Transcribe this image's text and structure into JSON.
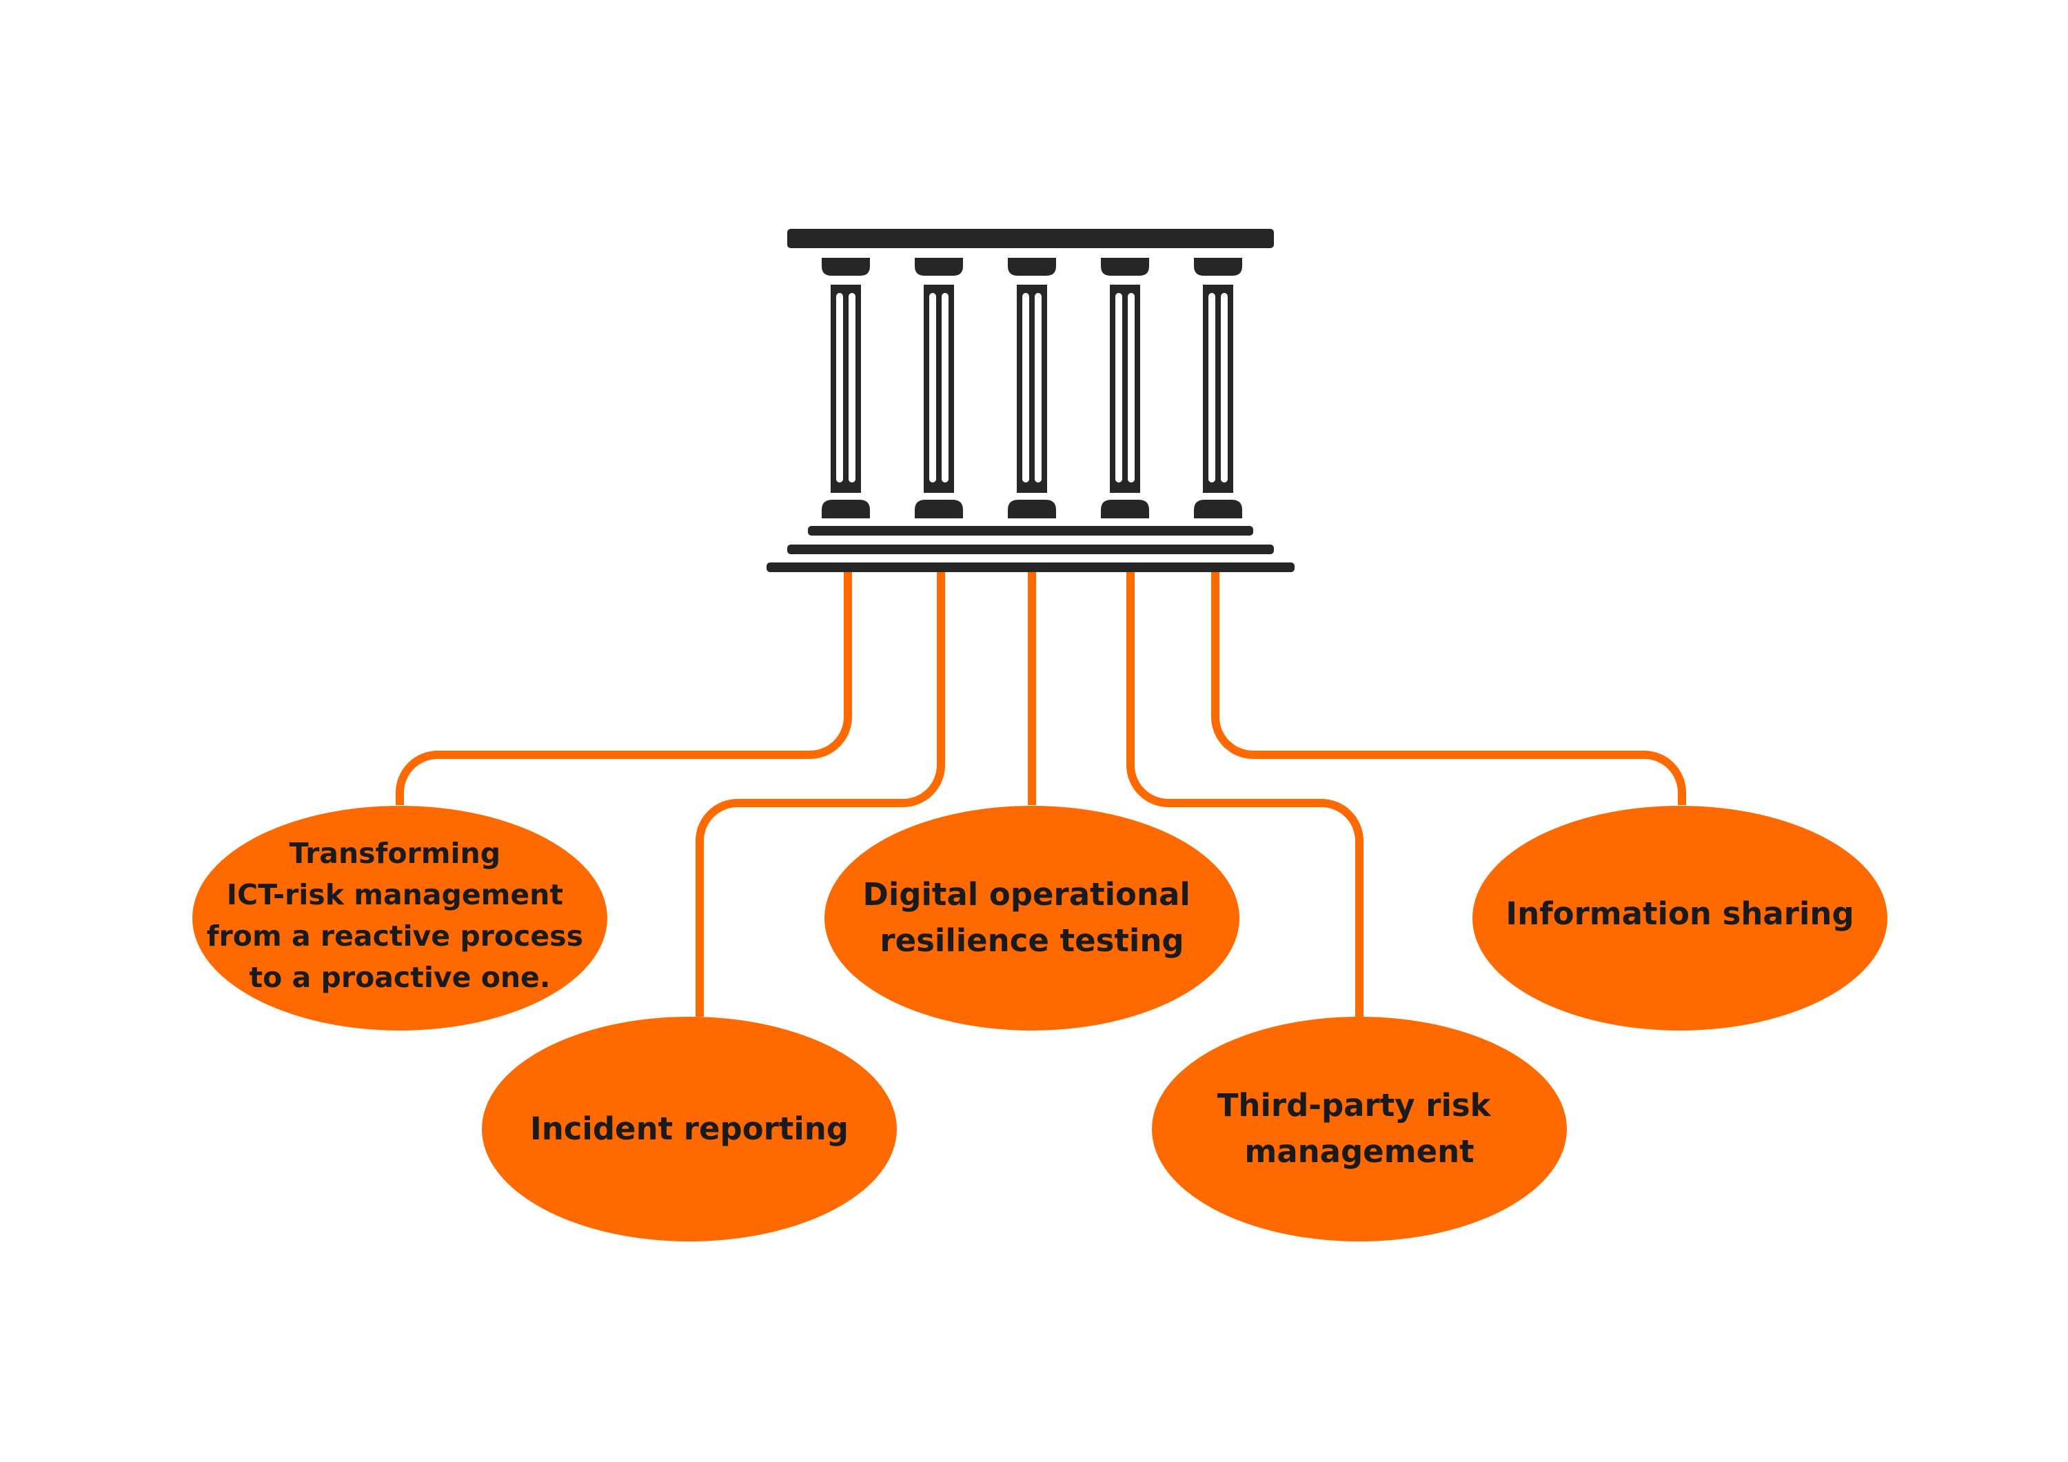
{
  "colors": {
    "accent": "#FF6A00",
    "building": "#262626",
    "background": "#FFFFFF",
    "text": "#1A1A1A"
  },
  "building": {
    "icon": "classical-building-icon",
    "column_count": 5
  },
  "pillars": [
    {
      "id": "transforming-ict-risk",
      "lines": [
        "Transforming",
        "ICT-risk management",
        "from a reactive process",
        "to a proactive one."
      ]
    },
    {
      "id": "incident-reporting",
      "lines": [
        "Incident reporting"
      ]
    },
    {
      "id": "digital-operational-resilience-testing",
      "lines": [
        "Digital operational",
        "resilience testing"
      ]
    },
    {
      "id": "third-party-risk-management",
      "lines": [
        "Third-party risk",
        "management"
      ]
    },
    {
      "id": "information-sharing",
      "lines": [
        "Information sharing"
      ]
    }
  ]
}
